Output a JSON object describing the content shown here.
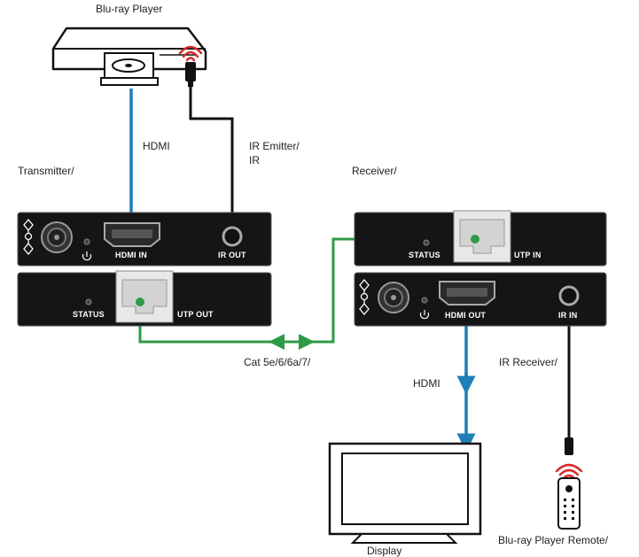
{
  "labels": {
    "source_device": "Blu-ray Player",
    "hdmi_top": "HDMI",
    "ir_emitter": "IR Emitter/",
    "ir_emitter_line2": "IR",
    "transmitter": "Transmitter/",
    "receiver": "Receiver/",
    "cable": "Cat 5e/6/6a/7/",
    "hdmi_bottom": "HDMI",
    "ir_receiver": "IR Receiver/",
    "display": "Display",
    "remote": "Blu-ray Player Remote/"
  },
  "ports": {
    "tx_hdmi_in": "HDMI IN",
    "tx_ir_out": "IR OUT",
    "tx_status": "STATUS",
    "tx_utp_out": "UTP OUT",
    "rx_status": "STATUS",
    "rx_utp_in": "UTP IN",
    "rx_hdmi_out": "HDMI OUT",
    "rx_ir_in": "IR IN"
  },
  "colors": {
    "hdmi_cable": "#1e7fb8",
    "utp_cable": "#2e9a48",
    "ir_cable": "#111111",
    "ir_signal": "#d42a2a",
    "device_body": "#151515"
  }
}
